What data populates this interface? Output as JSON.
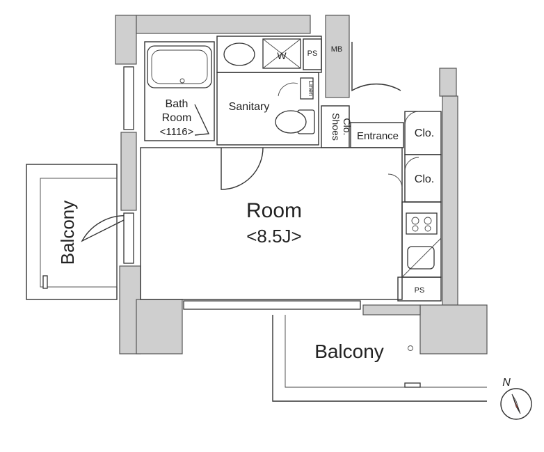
{
  "labels": {
    "room": "Room",
    "room_size": "<8.5J>",
    "bath_line1": "Bath",
    "bath_line2": "Room",
    "bath_size": "<1116>",
    "sanitary": "Sanitary",
    "shoes_line1": "Shoes",
    "shoes_line2": "Clo.",
    "entrance": "Entrance",
    "closet_1": "Clo.",
    "closet_2": "Clo.",
    "linen": "Linen",
    "washer": "W",
    "ps_top": "PS",
    "ps_bottom": "PS",
    "mb": "MB",
    "balcony_left": "Balcony",
    "balcony_bottom": "Balcony",
    "north": "N"
  },
  "colors": {
    "wall_fill": "#cfcfcf",
    "line": "#333333",
    "compass_red": "#d63a2a"
  }
}
